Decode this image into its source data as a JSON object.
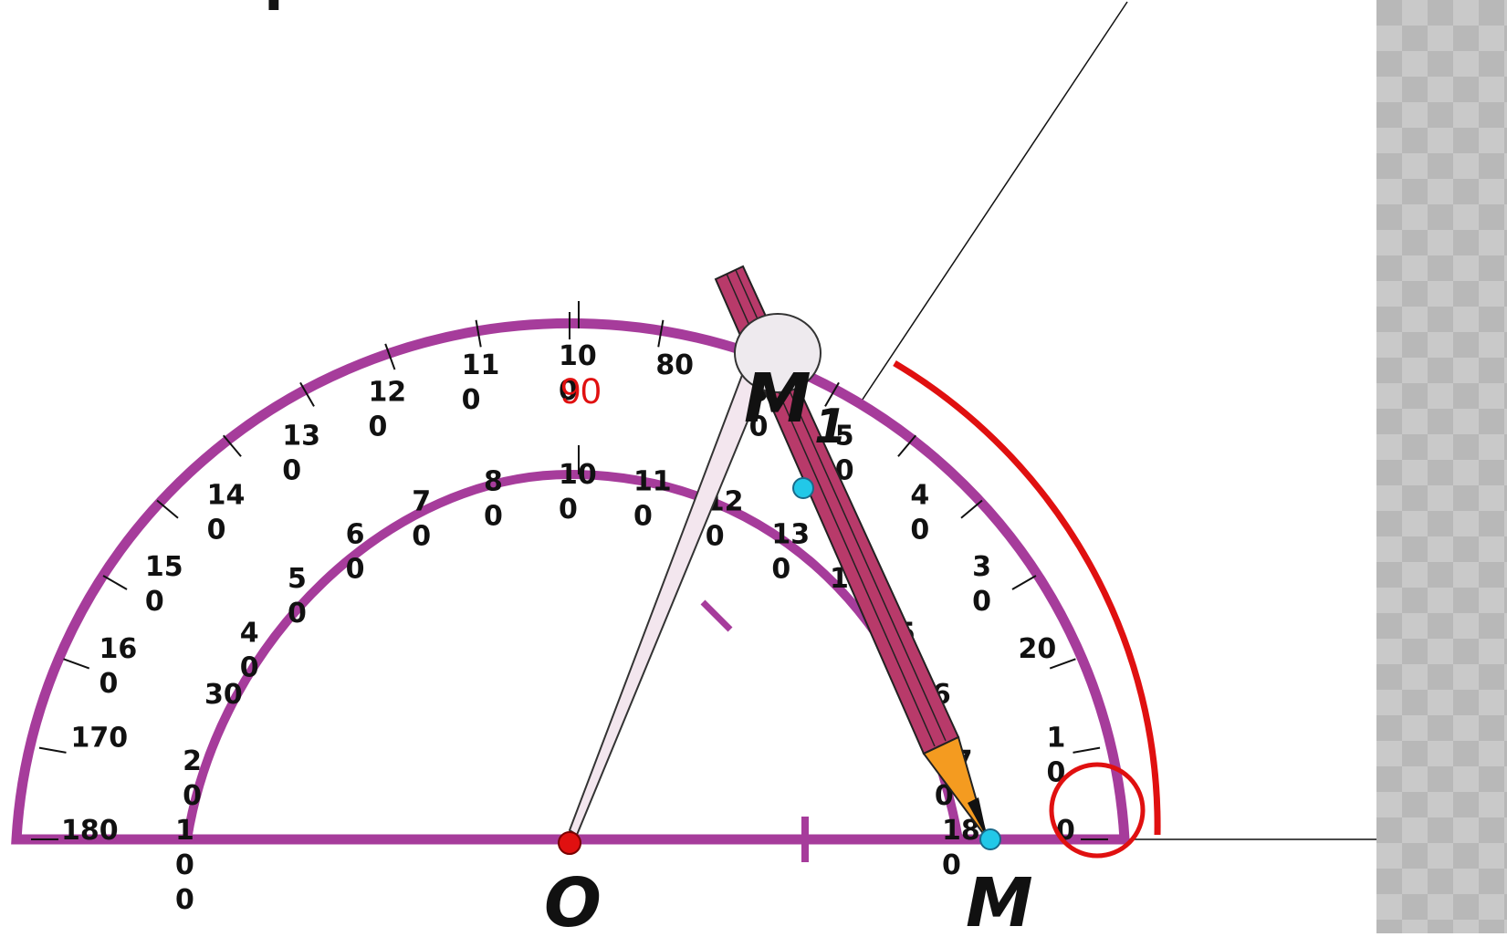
{
  "title": "гол поворота 60°",
  "labels": {
    "center": "O",
    "point": "M",
    "image_point": "M",
    "image_sub": "1",
    "ninety": "90"
  },
  "outer_scale": [
    "180",
    "170",
    "16\n0",
    "15\n0",
    "14\n0",
    "13\n0",
    "12\n0",
    "11\n0",
    "10\n0",
    "80",
    "6\n0",
    "5\n0",
    "4\n0",
    "3\n0",
    "20",
    "1\n0",
    "0"
  ],
  "inner_scale": [
    "1\n0\n0",
    "2\n0",
    "30",
    "4\n0",
    "5\n0",
    "6\n0",
    "7\n0",
    "8\n0",
    "10\n0",
    "11\n0",
    "12\n0",
    "13\n0",
    "14",
    "15",
    "16",
    "17\n0",
    "18\n0"
  ],
  "colors": {
    "protractor": "#a63c9b",
    "arc": "#e01010",
    "pencil": "#b83a6a",
    "point": "#22c8e8",
    "center": "#e01010"
  }
}
